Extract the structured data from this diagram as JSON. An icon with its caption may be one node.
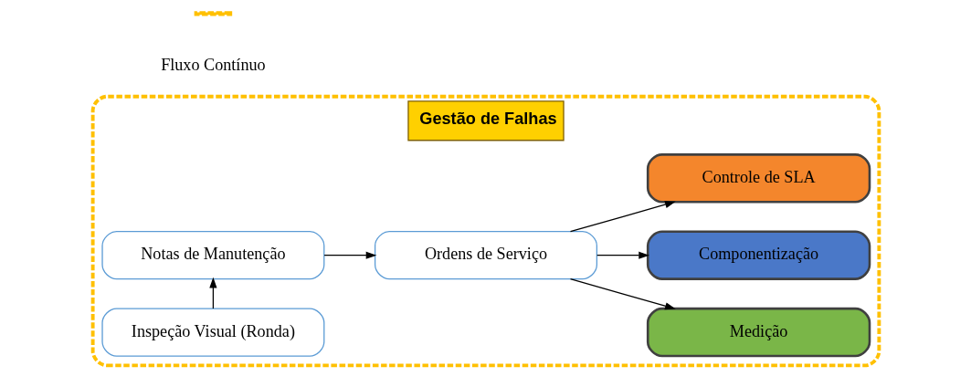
{
  "diagram": {
    "nodes": [
      {
        "text": [
          "Gestão de Falhas"
        ]
      },
      {
        "text": [
          "Inspeção Visual (Ronda)"
        ],
        "in": 0
      },
      {
        "text": [
          "Notas de Manutenção"
        ],
        "in": 0
      },
      {
        "text": [
          "Ordens de Serviço"
        ],
        "in": 0
      },
      {
        "text": [
          "Medição"
        ],
        "in": 0
      },
      {
        "text": [
          "Componentização"
        ],
        "in": 0
      },
      {
        "text": [
          "Controle de SLA"
        ],
        "in": 0
      }
    ],
    "edges": [
      {
        "from": 1,
        "to": 2,
        "arrow": "to"
      },
      {
        "from": 2,
        "to": 3,
        "arrow": "to"
      },
      {
        "from": 3,
        "to": 4,
        "arrow": "to"
      },
      {
        "from": 3,
        "to": 5,
        "arrow": "to"
      },
      {
        "from": 3,
        "to": 6,
        "arrow": "to"
      }
    ],
    "legend": [
      {
        "text": "Fluxo Contínuo"
      }
    ]
  }
}
